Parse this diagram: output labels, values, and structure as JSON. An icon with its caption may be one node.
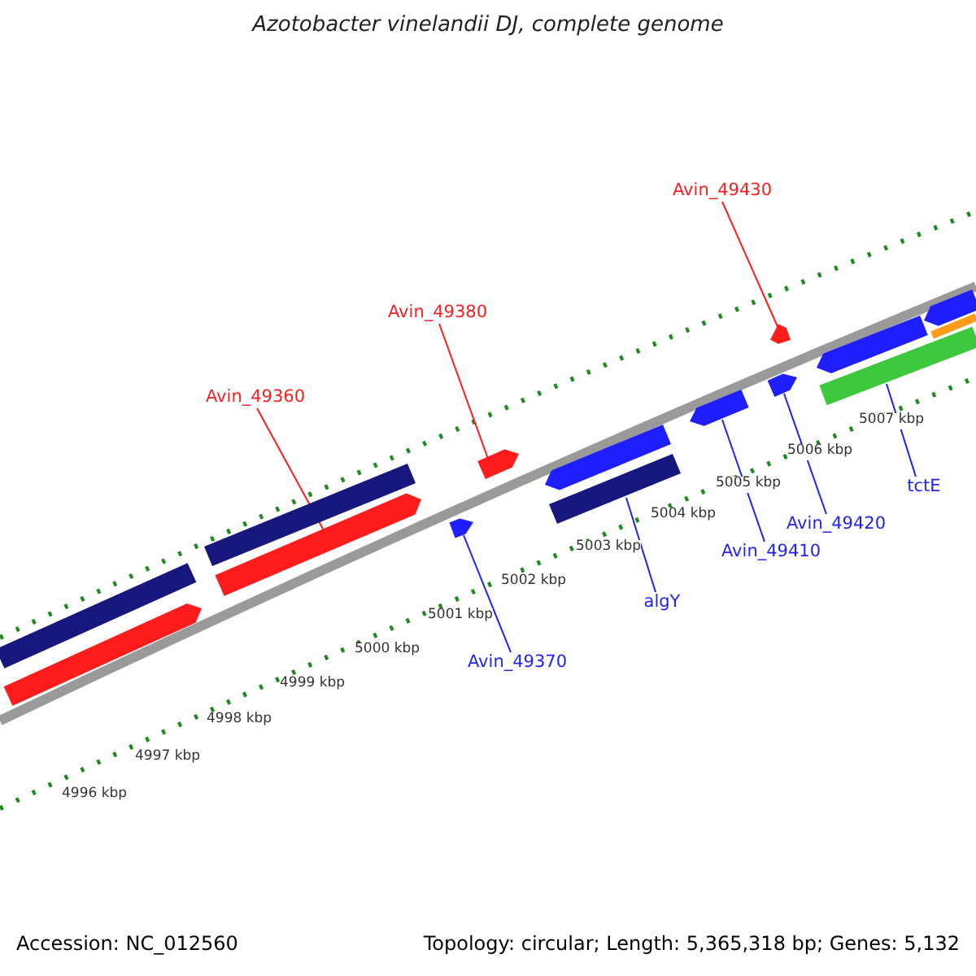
{
  "diagram": {
    "title": "Azotobacter vinelandii DJ, complete genome",
    "nodes": [
      {
        "text": [
          "Avin_49430"
        ]
      },
      {
        "text": [
          "Avin_49380"
        ]
      },
      {
        "text": [
          "Avin_49360"
        ]
      },
      {
        "text": [
          "tctE"
        ]
      },
      {
        "text": [
          "Avin_49420"
        ]
      },
      {
        "text": [
          "Avin_49410"
        ]
      },
      {
        "text": [
          "algY"
        ]
      },
      {
        "text": [
          "Avin_49370"
        ]
      },
      {
        "text": [],
        "shape": "bar"
      },
      {
        "text": [],
        "shape": "bar"
      },
      {
        "text": [],
        "shape": "bar"
      },
      {
        "text": [],
        "shape": "bar"
      },
      {
        "text": [],
        "shape": "bar"
      },
      {
        "text": [],
        "shape": "bar"
      },
      {
        "text": [],
        "shape": "bar"
      },
      {
        "text": [],
        "shape": "bar"
      },
      {
        "text": [],
        "shape": "bar"
      },
      {
        "text": [],
        "shape": "bar"
      },
      {
        "text": [],
        "shape": "bar"
      },
      {
        "text": [],
        "shape": "bar"
      },
      {
        "text": [],
        "shape": "bar"
      },
      {
        "text": [],
        "shape": "bar"
      },
      {
        "text": [],
        "shape": "bar"
      }
    ],
    "edges": [
      {
        "from": 0,
        "to": 18,
        "arrow": "none",
        "color": "#ff1c1c"
      },
      {
        "from": 1,
        "to": 13,
        "arrow": "none",
        "color": "#ff1c1c"
      },
      {
        "from": 2,
        "to": 11,
        "arrow": "none",
        "color": "#ff1c1c"
      },
      {
        "from": 3,
        "to": 20,
        "arrow": "none"
      },
      {
        "from": 4,
        "to": 17,
        "arrow": "none"
      },
      {
        "from": 5,
        "to": 16,
        "arrow": "none"
      },
      {
        "from": 6,
        "to": 15,
        "arrow": "none"
      },
      {
        "from": 7,
        "to": 12,
        "arrow": "none"
      }
    ],
    "labels": [
      "4996 kbp",
      "4997 kbp",
      "4998 kbp",
      "4999 kbp",
      "5000 kbp",
      "5001 kbp",
      "5002 kbp",
      "5003 kbp",
      "5004 kbp",
      "5005 kbp",
      "5006 kbp",
      "5007 kbp",
      "Accession: NC_012560",
      "Topology: circular; Length: 5,365,318 bp; Genes: 5,132"
    ]
  }
}
